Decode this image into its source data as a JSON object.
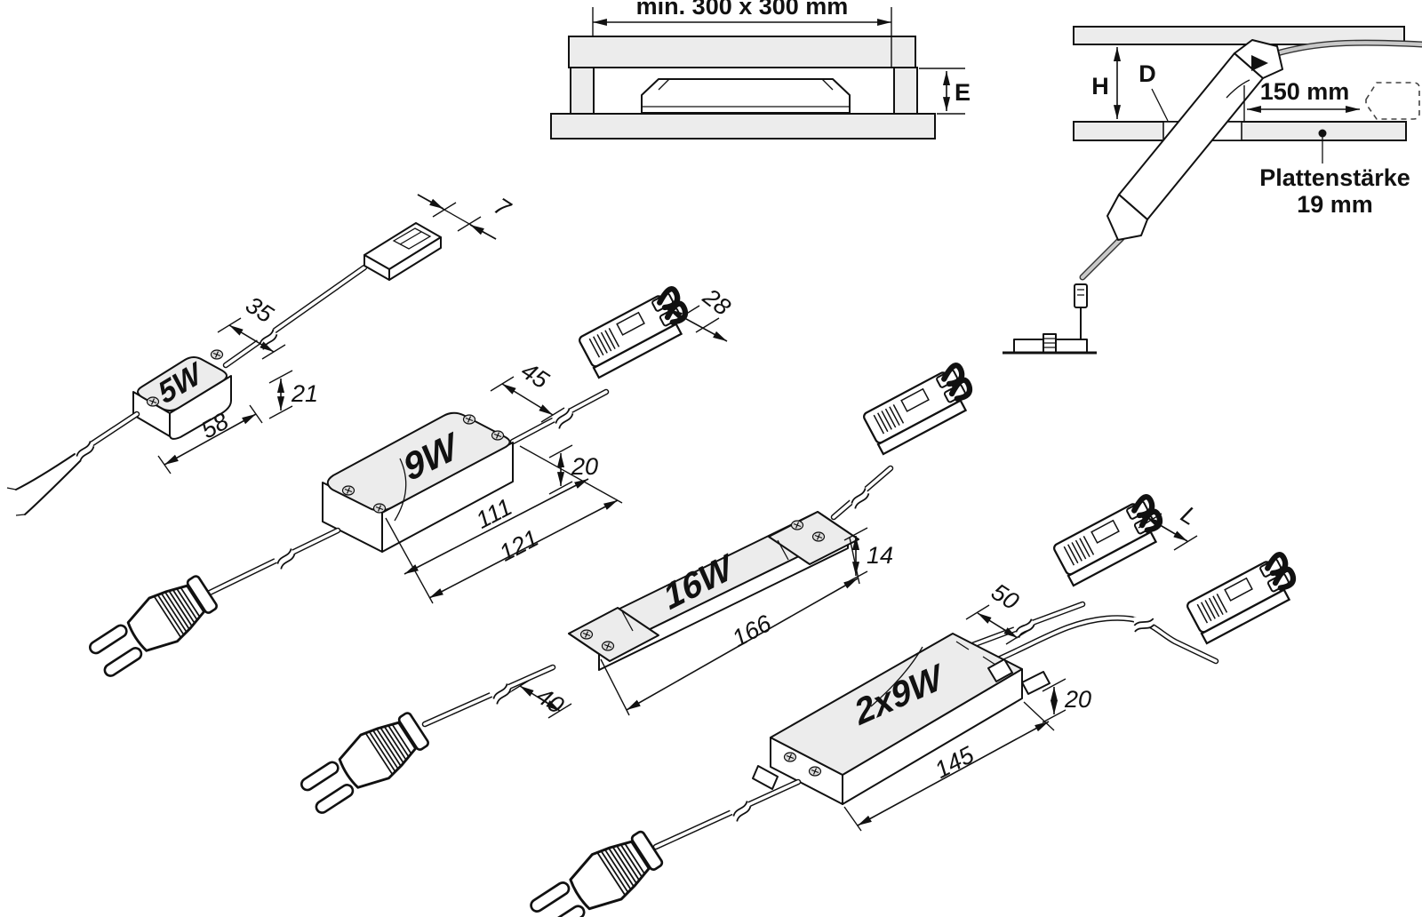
{
  "page": {
    "background": "#ffffff",
    "line_color": "#111111",
    "fill_gray": "#ececec",
    "cable_gray": "#c8c8c8"
  },
  "recess_detail": {
    "min_size": "min. 300 x 300 mm",
    "height_label": "E"
  },
  "insertion_detail": {
    "height_label": "H",
    "panel_label": "D",
    "insert_depth": "150 mm",
    "plate_note_line1": "Plattenstärke",
    "plate_note_line2": "19 mm"
  },
  "driver_5w": {
    "label": "5W",
    "connector_width": "7",
    "connector_offset": "35",
    "height": "21",
    "length": "58"
  },
  "driver_9w": {
    "label": "9W",
    "connector_width": "28",
    "cable_offset": "45",
    "height": "20",
    "length_body": "111",
    "length_total": "121"
  },
  "driver_16w": {
    "label": "16W",
    "height": "14",
    "length": "166",
    "cable_offset": "40"
  },
  "driver_2x9w": {
    "label": "2x9W",
    "cable_spacing": "50",
    "height": "20",
    "length": "145",
    "connector_length": "L"
  }
}
